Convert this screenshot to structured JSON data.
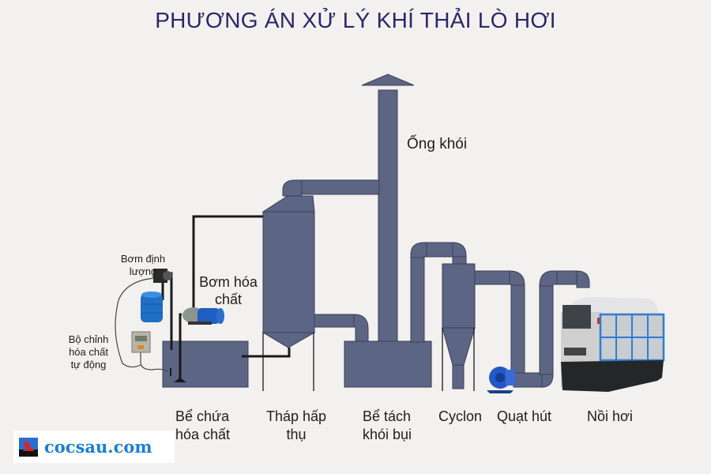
{
  "title": "PHƯƠNG ÁN XỬ LÝ KHÍ THẢI LÒ HƠI",
  "colors": {
    "equipment": "#5d6585",
    "equipment_outline": "#3a3f55",
    "pipe_black": "#1a1a1a",
    "title": "#2c2669",
    "background": "#f2f1ef",
    "logo_text": "#1a7fd6"
  },
  "labels": {
    "chimney": "Ống khói",
    "dosing_pump_line1": "Bơm định",
    "dosing_pump_line2": "lượng",
    "chem_pump_line1": "Bơm hóa",
    "chem_pump_line2": "chất",
    "controller_line1": "Bộ chỉnh",
    "controller_line2": "hóa chất",
    "controller_line3": "tự động"
  },
  "components": [
    {
      "line1": "Bể chứa",
      "line2": "hóa chất"
    },
    {
      "line1": "Tháp hấp",
      "line2": "thụ"
    },
    {
      "line1": "Bể tách",
      "line2": "khói bụi"
    },
    {
      "line1": "Cyclon",
      "line2": ""
    },
    {
      "line1": "Quạt hút",
      "line2": ""
    },
    {
      "line1": "Nồi hơi",
      "line2": ""
    }
  ],
  "logo": {
    "text": "cocsau.com"
  }
}
